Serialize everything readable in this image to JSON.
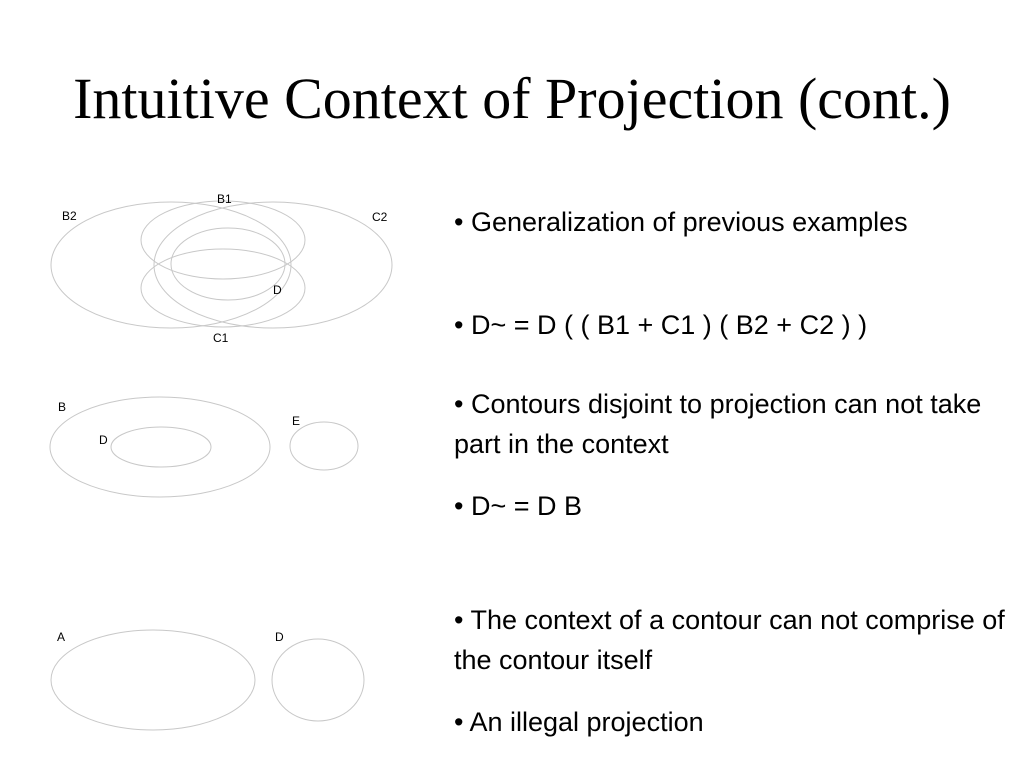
{
  "slide": {
    "title": "Intuitive Context of Projection (cont.)"
  },
  "diagrams": {
    "first": {
      "labels": {
        "b1": "B1",
        "b2": "B2",
        "c2": "C2",
        "d": "D",
        "c1": "C1"
      }
    },
    "second": {
      "labels": {
        "b": "B",
        "d": "D",
        "e": "E"
      }
    },
    "third": {
      "labels": {
        "a": "A",
        "d": "D"
      }
    }
  },
  "bullets": [
    "• Generalization of previous examples",
    "• D~ = D ( ( B1 + C1 ) ( B2 + C2 ) )",
    "• Contours disjoint  to projection can not take part in the context",
    "• D~ = D B",
    "• The context of a contour can not comprise of the contour itself",
    "• An illegal projection"
  ],
  "colors": {
    "contour_stroke": "#c8c8c8",
    "text": "#000000",
    "background": "#ffffff"
  }
}
